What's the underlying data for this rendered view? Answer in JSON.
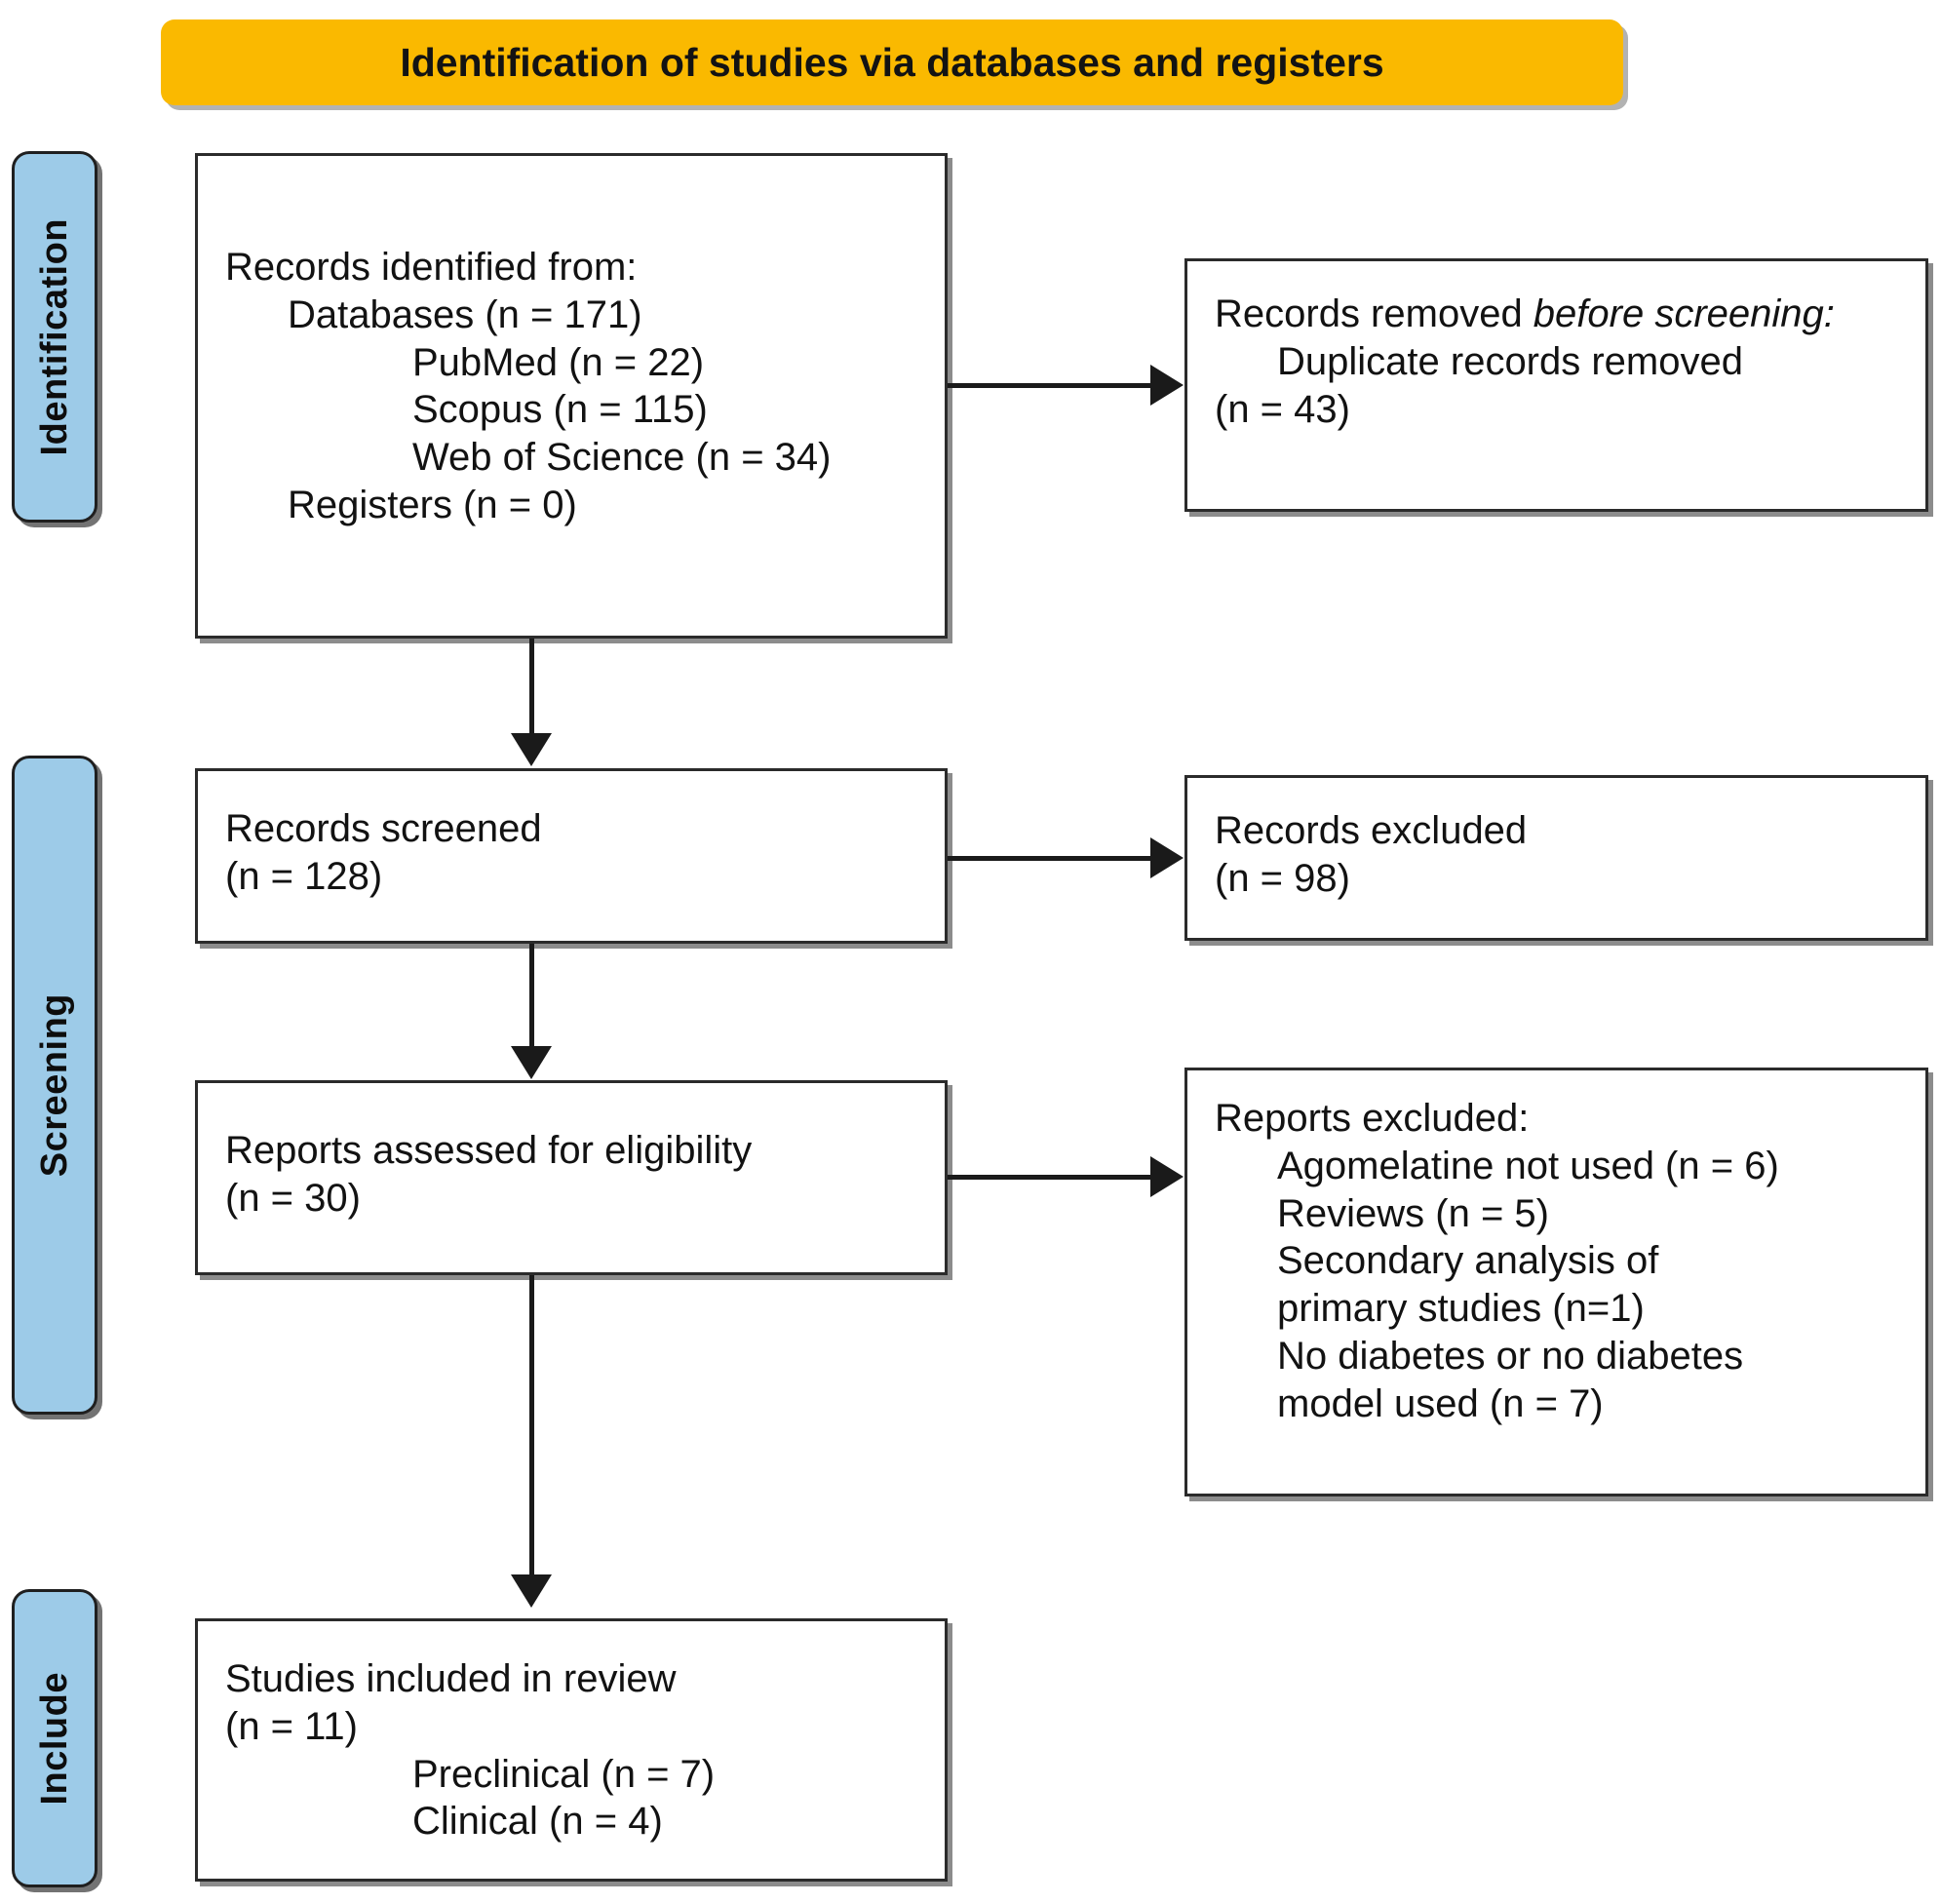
{
  "diagram": {
    "title": "PRISMA flow diagram",
    "banner": {
      "text": "Identification of studies via databases and registers",
      "color": "#fab900"
    },
    "phases": [
      {
        "id": "identification",
        "label": "Identification",
        "color": "#9dcbe8"
      },
      {
        "id": "screening",
        "label": "Screening",
        "color": "#9dcbe8"
      },
      {
        "id": "include",
        "label": "Include",
        "color": "#9dcbe8"
      }
    ],
    "boxes": {
      "records_identified": {
        "heading": "Records identified from:",
        "line_databases": "Databases (n = 171)",
        "line_pubmed": "PubMed (n = 22)",
        "line_scopus": "Scopus (n = 115)",
        "line_wos": "Web of Science (n = 34)",
        "line_registers": "Registers (n = 0)"
      },
      "records_removed": {
        "heading_plain": "Records removed ",
        "heading_italic": "before screening",
        "heading_colon": ":",
        "line_duplicates": "Duplicate records removed",
        "line_count": "(n = 43)"
      },
      "records_screened": {
        "heading": "Records screened",
        "count": "(n = 128)"
      },
      "records_excluded": {
        "heading": "Records excluded",
        "count": "(n = 98)"
      },
      "reports_assessed": {
        "heading": "Reports assessed for eligibility",
        "count": "(n = 30)"
      },
      "reports_excluded": {
        "heading": "Reports excluded:",
        "line_agomelatine": "Agomelatine not used (n = 6)",
        "line_reviews": "Reviews (n = 5)",
        "line_secondary_a": "Secondary analysis of",
        "line_secondary_b": "primary studies (n=1)",
        "line_nodiabetes_a": "No diabetes or no diabetes",
        "line_nodiabetes_b": "model used (n = 7)"
      },
      "studies_included": {
        "heading": "Studies included in review",
        "count": "(n = 11)",
        "line_preclinical": "Preclinical (n = 7)",
        "line_clinical": "Clinical (n = 4)"
      }
    }
  }
}
